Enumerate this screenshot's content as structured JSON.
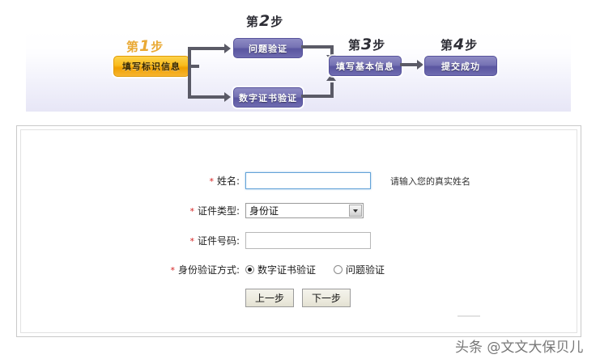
{
  "banner": {
    "steps": [
      {
        "num_prefix": "第",
        "num": "1",
        "num_suffix": "步",
        "box_label": "填写标识信息",
        "style": "orange"
      },
      {
        "num_prefix": "第",
        "num": "2",
        "num_suffix": "步",
        "box_label": "问题验证",
        "style": "purple"
      },
      {
        "num_prefix": "第",
        "num": "3",
        "num_suffix": "步",
        "box_label": "填写基本信息",
        "style": "purple"
      },
      {
        "num_prefix": "第",
        "num": "4",
        "num_suffix": "步",
        "box_label": "提交成功",
        "style": "purple"
      }
    ],
    "alt_box_label": "数字证书验证",
    "colors": {
      "accent_orange": "#f0a000",
      "accent_purple": "#5a56a0",
      "banner_bg": "#e7e6f6",
      "arrow": "#5a5a66"
    }
  },
  "form": {
    "required_mark": "*",
    "rows": {
      "name": {
        "label": "姓名:",
        "value": "",
        "placeholder": "",
        "hint": "请输入您的真实姓名"
      },
      "id_type": {
        "label": "证件类型:",
        "selected": "身份证"
      },
      "id_number": {
        "label": "证件号码:",
        "value": "",
        "placeholder": ""
      },
      "auth_method": {
        "label": "身份验证方式:",
        "options": [
          {
            "label": "数字证书验证",
            "selected": true
          },
          {
            "label": "问题验证",
            "selected": false
          }
        ]
      }
    },
    "buttons": {
      "prev": "上一步",
      "next": "下一步"
    }
  },
  "watermark": {
    "text": "头条 @文文大保贝儿"
  }
}
